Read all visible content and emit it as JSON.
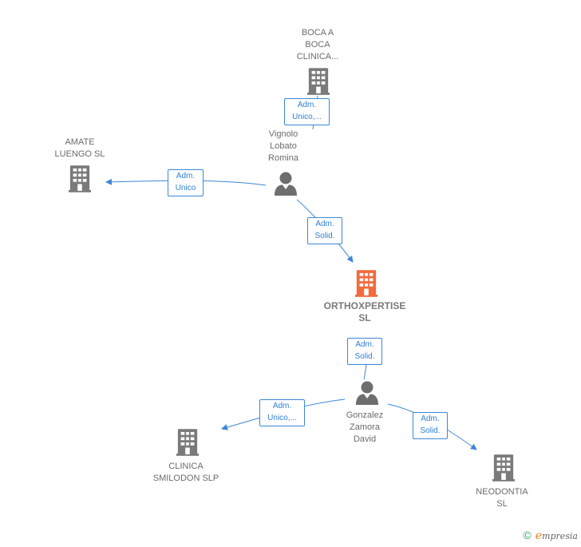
{
  "nodes": {
    "boca": {
      "label": "BOCA A\nBOCA\nCLINICA...",
      "type": "company"
    },
    "amate": {
      "label": "AMATE\nLUENGO SL",
      "type": "company"
    },
    "vignolo": {
      "label": "Vignolo\nLobato\nRomina",
      "type": "person"
    },
    "ortho": {
      "label": "ORTHOXPERTISE\nSL",
      "type": "company-focus"
    },
    "gonzalez": {
      "label": "Gonzalez\nZamora\nDavid",
      "type": "person"
    },
    "clinica": {
      "label": "CLINICA\nSMILODON SLP",
      "type": "company"
    },
    "neodontia": {
      "label": "NEODONTIA\nSL",
      "type": "company"
    }
  },
  "edges": {
    "vignolo_boca": {
      "label": "Adm.\nUnico,..."
    },
    "vignolo_amate": {
      "label": "Adm.\nUnico"
    },
    "vignolo_ortho": {
      "label": "Adm.\nSolid."
    },
    "gonzalez_ortho": {
      "label": "Adm.\nSolid."
    },
    "gonzalez_clinica": {
      "label": "Adm.\nUnico,..."
    },
    "gonzalez_neodontia": {
      "label": "Adm.\nSolid."
    }
  },
  "colors": {
    "company": "#7a7a7a",
    "focus": "#f26a3d",
    "edge": "#3c87d8",
    "person": "#6e6e6e"
  },
  "footer": {
    "copyright": "©",
    "e_letter": "e",
    "brand": "mpresia"
  }
}
